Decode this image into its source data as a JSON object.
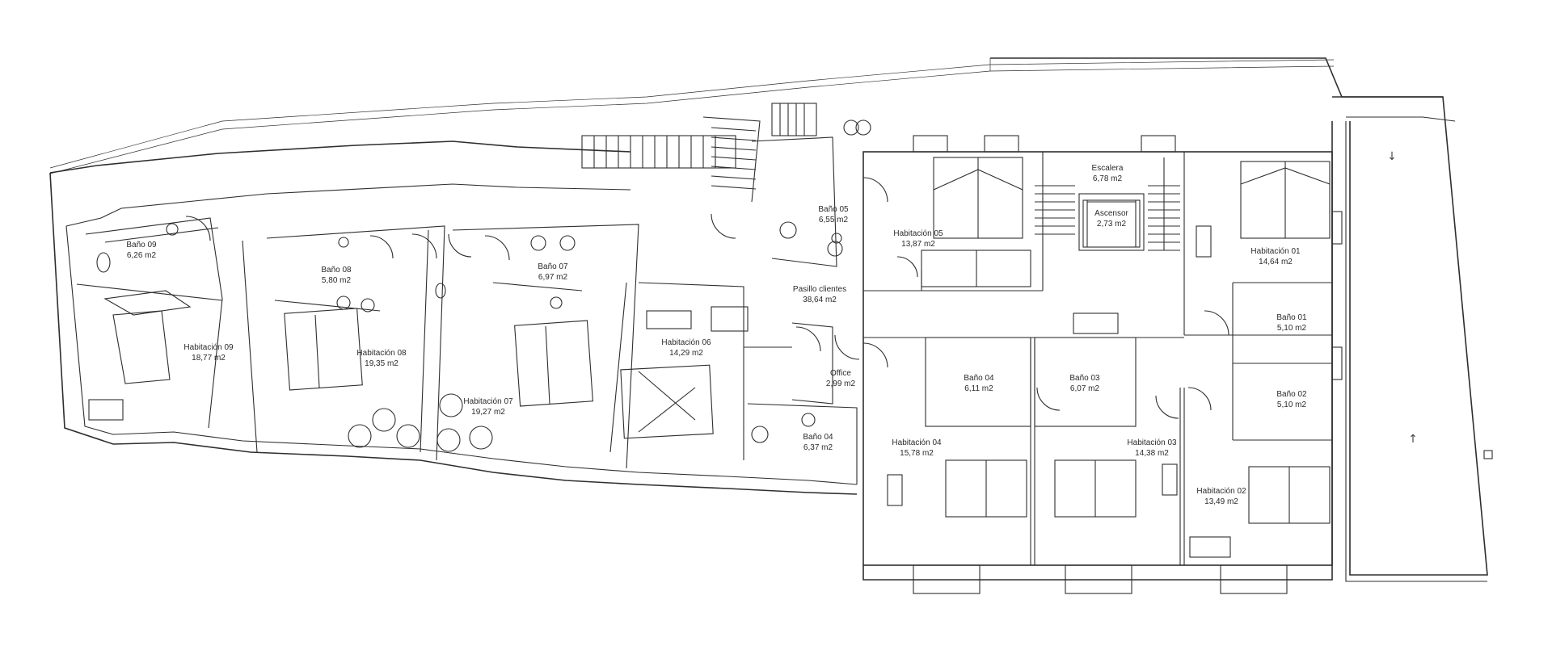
{
  "rooms": {
    "bano09": {
      "name": "Baño 09",
      "area": "6,26 m2"
    },
    "hab09": {
      "name": "Habitación 09",
      "area": "18,77 m2"
    },
    "bano08": {
      "name": "Baño 08",
      "area": "5,80 m2"
    },
    "hab08": {
      "name": "Habitación 08",
      "area": "19,35 m2"
    },
    "bano07": {
      "name": "Baño 07",
      "area": "6,97 m2"
    },
    "hab07": {
      "name": "Habitación 07",
      "area": "19,27 m2"
    },
    "hab06": {
      "name": "Habitación 06",
      "area": "14,29 m2"
    },
    "bano05": {
      "name": "Baño 05",
      "area": "6,55 m2"
    },
    "pasillo": {
      "name": "Pasillo clientes",
      "area": "38,64 m2"
    },
    "office": {
      "name": "Office",
      "area": "2,99 m2"
    },
    "bano04b": {
      "name": "Baño 04",
      "area": "6,37 m2"
    },
    "hab05": {
      "name": "Habitación 05",
      "area": "13,87 m2"
    },
    "escalera": {
      "name": "Escalera",
      "area": "6,78 m2"
    },
    "ascensor": {
      "name": "Ascensor",
      "area": "2,73 m2"
    },
    "hab01": {
      "name": "Habitación 01",
      "area": "14,64 m2"
    },
    "bano01": {
      "name": "Baño 01",
      "area": "5,10 m2"
    },
    "bano02": {
      "name": "Baño 02",
      "area": "5,10 m2"
    },
    "bano04": {
      "name": "Baño 04",
      "area": "6,11 m2"
    },
    "bano03": {
      "name": "Baño 03",
      "area": "6,07 m2"
    },
    "hab04": {
      "name": "Habitación 04",
      "area": "15,78 m2"
    },
    "hab03": {
      "name": "Habitación 03",
      "area": "14,38 m2"
    },
    "hab02": {
      "name": "Habitación 02",
      "area": "13,49 m2"
    }
  },
  "arrows": {
    "down": "↓",
    "up": "↑"
  }
}
